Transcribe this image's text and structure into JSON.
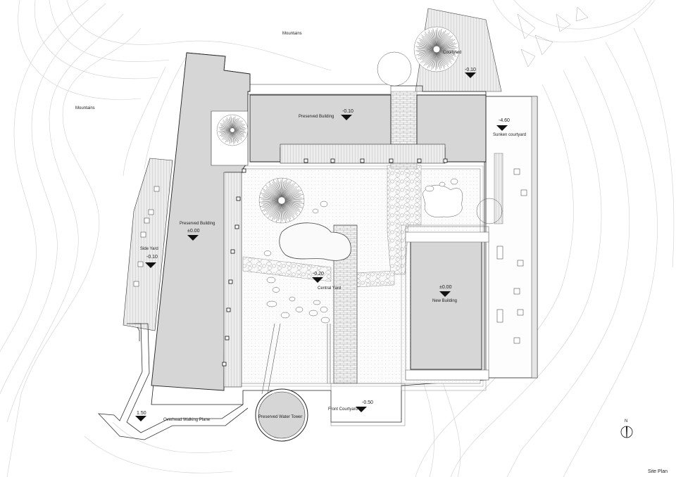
{
  "title": "Site Plan",
  "labels": {
    "mountains_top": "Mountains",
    "mountains_left": "Mountains",
    "courtyard": "Courtyard",
    "courtyard_level": "-0.10",
    "preserved_building_north": "Preserved Building",
    "preserved_building_north_level": "-0.10",
    "sunken_courtyard_level": "-4.60",
    "sunken_courtyard": "Sunken courtyard",
    "preserved_building_west": "Preserved Building",
    "preserved_building_west_level": "±0.00",
    "side_yard": "Side Yard",
    "side_yard_level": "-0.10",
    "central_yard_level": "-0.20",
    "central_yard": "Central Yard",
    "new_building_level": "±0.00",
    "new_building": "New Building",
    "front_courtyard_level": "-0.50",
    "front_courtyard": "Front Courtyard",
    "walkway_level": "1.50",
    "overhead_walking_plane": "Overhead Walking Plane",
    "water_tower": "Preserved Water Tower",
    "north": "N"
  }
}
